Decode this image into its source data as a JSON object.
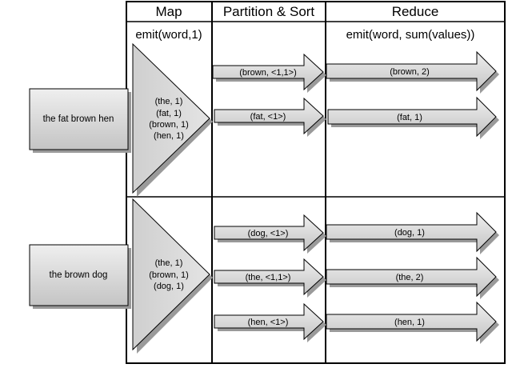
{
  "columns": [
    "Map",
    "Partition & Sort",
    "Reduce"
  ],
  "map_formula": "emit(word,1)",
  "reduce_formula": "emit(word, sum(values))",
  "inputs": [
    {
      "text": "the fat brown hen",
      "map_output": [
        "(the, 1)",
        "(fat, 1)",
        "(brown, 1)",
        "(hen, 1)"
      ]
    },
    {
      "text": "the brown dog",
      "map_output": [
        "(the, 1)",
        "(brown, 1)",
        "(dog, 1)"
      ]
    }
  ],
  "partition": [
    "(brown, <1,1>)",
    "(fat, <1>)",
    "(dog, <1>)",
    "(the, <1,1>)",
    "(hen, <1>)"
  ],
  "reduce": [
    "(brown, 2)",
    "(fat, 1)",
    "(dog, 1)",
    "(the, 2)",
    "(hen, 1)"
  ],
  "colors": {
    "fill": "#d3d3d3",
    "stroke": "#000000",
    "shadow": "#9a9a9a"
  }
}
